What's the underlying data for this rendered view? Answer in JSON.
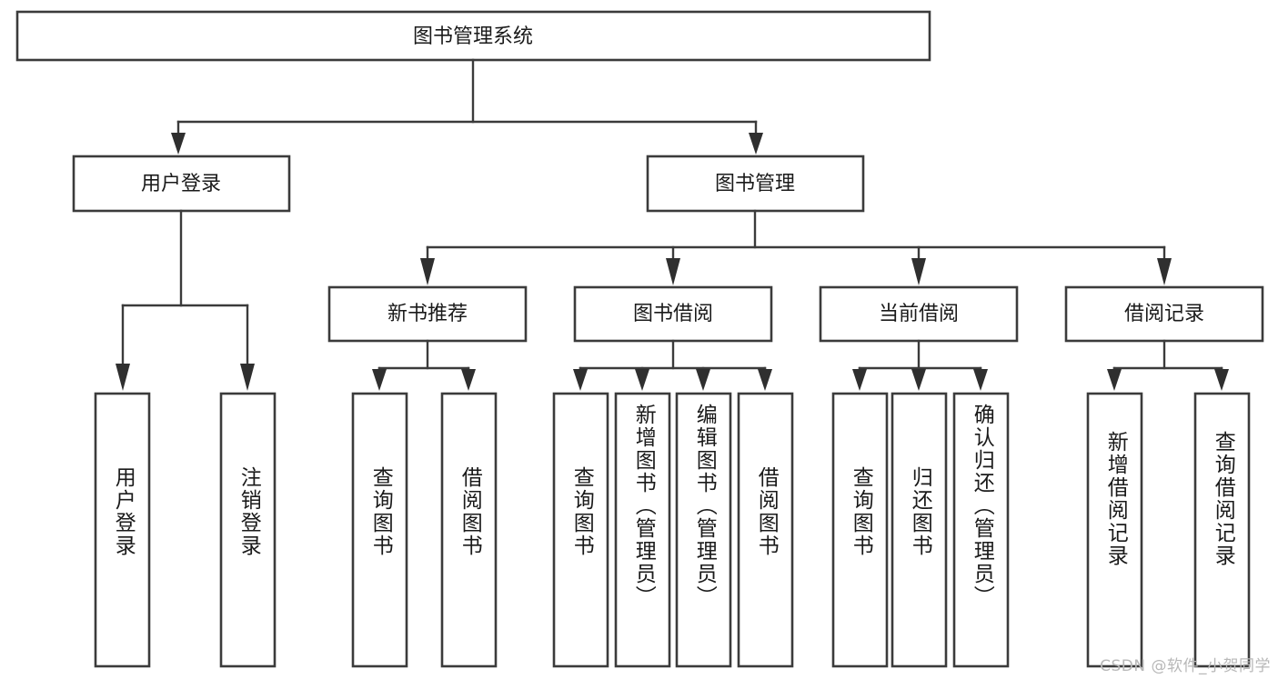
{
  "diagram": {
    "title": "图书管理系统",
    "watermark": "CSDN @软件_小贺同学",
    "colors": {
      "background": "#ffffff",
      "box_fill": "#ffffff",
      "box_stroke": "#3b3b3b",
      "connector": "#3b3b3b",
      "text": "#1a1a1a",
      "watermark": "#b8b8b8"
    },
    "root": {
      "label": "图书管理系统"
    },
    "level2": [
      {
        "label": "用户登录"
      },
      {
        "label": "图书管理"
      }
    ],
    "level3": [
      {
        "label": "新书推荐"
      },
      {
        "label": "图书借阅"
      },
      {
        "label": "当前借阅"
      },
      {
        "label": "借阅记录"
      }
    ],
    "leaves": {
      "user_login": [
        {
          "label": "用户登录"
        },
        {
          "label": "注销登录"
        }
      ],
      "new_book_recommend": [
        {
          "label": "查询图书"
        },
        {
          "label": "借阅图书"
        }
      ],
      "book_borrow": [
        {
          "label": "查询图书"
        },
        {
          "label": "新增图书（管理员）"
        },
        {
          "label": "编辑图书（管理员）"
        },
        {
          "label": "借阅图书"
        }
      ],
      "current_borrow": [
        {
          "label": "查询图书"
        },
        {
          "label": "归还图书"
        },
        {
          "label": "确认归还（管理员）"
        }
      ],
      "borrow_record": [
        {
          "label": "新增借阅记录"
        },
        {
          "label": "查询借阅记录"
        }
      ]
    }
  }
}
